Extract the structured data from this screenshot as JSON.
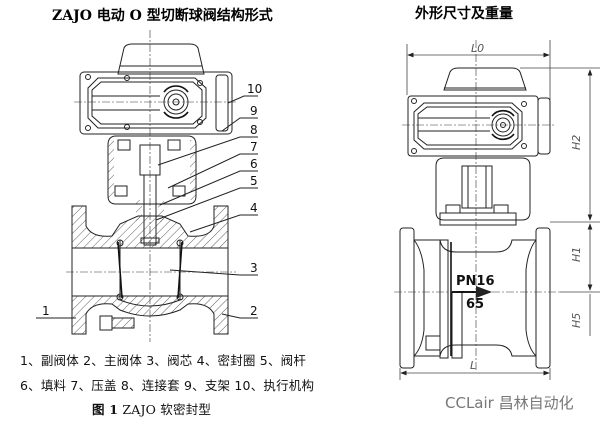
{
  "titles": {
    "left": "ZAJO 电动 O 型切断球阀结构形式",
    "right": "外形尺寸及重量"
  },
  "left_diagram": {
    "callouts": [
      "1",
      "2",
      "3",
      "4",
      "5",
      "6",
      "7",
      "8",
      "9",
      "10"
    ]
  },
  "right_diagram": {
    "dimensions": {
      "L0": "L0",
      "L": "L",
      "H1": "H1",
      "H2": "H2",
      "H5": "H5"
    },
    "body_marking_top": "PN16",
    "body_marking_bottom": "65"
  },
  "legend": {
    "line1": "1、副阀体  2、主阀体  3、阀芯  4、密封圈  5、阀杆",
    "line2": "6、填料  7、压盖  8、连接套  9、支架  10、执行机构"
  },
  "caption": {
    "prefix": "图 1",
    "text": " ZAJO 软密封型"
  },
  "watermark": "CCLair 昌林自动化"
}
